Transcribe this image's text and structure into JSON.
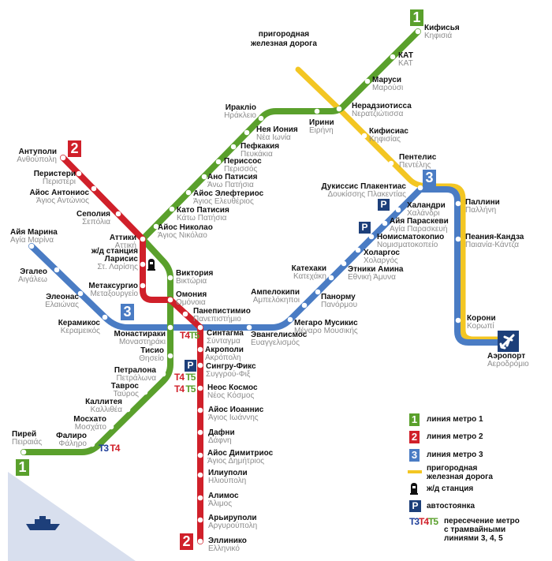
{
  "colors": {
    "line1": "#5aa02c",
    "line2": "#d0202a",
    "line3": "#4a7cc4",
    "suburban": "#f3c623",
    "parking": "#1d3f7a",
    "sea": "#d8dfee"
  },
  "suburban_rail_label": [
    "пригородная",
    "железная дорога"
  ],
  "lines": {
    "green": {
      "badge": "1",
      "stations": [
        {
          "ru": "Кифисья",
          "gr": "Κηφισιά"
        },
        {
          "ru": "КАТ",
          "gr": "ΚΑΤ"
        },
        {
          "ru": "Маруси",
          "gr": "Μαρούσι"
        },
        {
          "ru": "Нерадзиотисса",
          "gr": "Νερατζιώτισσα"
        },
        {
          "ru": "Ирини",
          "gr": "Ειρήνη"
        },
        {
          "ru": "Иракліо",
          "gr": "Ηράκλειο"
        },
        {
          "ru": "Нея Иония",
          "gr": "Νέα Ιωνία"
        },
        {
          "ru": "Пефкакия",
          "gr": "Πευκάκια"
        },
        {
          "ru": "Периссос",
          "gr": "Περισσός"
        },
        {
          "ru": "Ано Патисия",
          "gr": "Άνω Πατήσια"
        },
        {
          "ru": "Айос Элефтериос",
          "gr": "Άγιος Ελευθέριος"
        },
        {
          "ru": "Като Патисия",
          "gr": "Κάτω Πατήσια"
        },
        {
          "ru": "Айос Николао",
          "gr": "Άγιος Νικόλαο"
        },
        {
          "ru": "Аттики",
          "gr": "Αττική"
        },
        {
          "ru": "Виктория",
          "gr": "Βικτώρια"
        },
        {
          "ru": "Омония",
          "gr": "Ομόνοια"
        },
        {
          "ru": "Монастираки",
          "gr": "Μοναστηράκι"
        },
        {
          "ru": "Тисио",
          "gr": "Θησείο"
        },
        {
          "ru": "Петралона",
          "gr": "Πετράλωνα"
        },
        {
          "ru": "Таврос",
          "gr": "Ταύρος"
        },
        {
          "ru": "Каллитея",
          "gr": "Καλλιθέα"
        },
        {
          "ru": "Мосхато",
          "gr": "Μοσχάτο"
        },
        {
          "ru": "Фалиро",
          "gr": "Φάληρο"
        },
        {
          "ru": "Пирей",
          "gr": "Πειραιάς"
        }
      ]
    },
    "red": {
      "badge": "2",
      "stations": [
        {
          "ru": "Антуполи",
          "gr": "Ανθούπολη"
        },
        {
          "ru": "Перистери",
          "gr": "Περιστέρι"
        },
        {
          "ru": "Айос Антониос",
          "gr": "Άγιος Αντώνιος"
        },
        {
          "ru": "Сеполия",
          "gr": "Σεπόλια"
        },
        {
          "pre": "ж/д станция",
          "ru": "Ларисис",
          "gr": "Στ. Λαρίσης"
        },
        {
          "ru": "Метаксургио",
          "gr": "Μεταξουργείο"
        },
        {
          "ru": "Панепистимио",
          "gr": "Πανεπιστήμιο"
        },
        {
          "ru": "Синтагма",
          "gr": "Σύνταγμα"
        },
        {
          "ru": "Акрополи",
          "gr": "Ακρόπολη"
        },
        {
          "ru": "Сингру-Фикс",
          "gr": "Συγγρού-Φιξ"
        },
        {
          "ru": "Неос Космос",
          "gr": "Νέος Κόσμος"
        },
        {
          "ru": "Айос Иоаннис",
          "gr": "Άγιος Ιωάννης"
        },
        {
          "ru": "Дафни",
          "gr": "Δάφνη"
        },
        {
          "ru": "Айос Димитриос",
          "gr": "Άγιος Δημήτριος"
        },
        {
          "ru": "Илиуполи",
          "gr": "Ηλιούπολη"
        },
        {
          "ru": "Алимос",
          "gr": "Άλιμος"
        },
        {
          "ru": "Арьируполи",
          "gr": "Αργυρούπολη"
        },
        {
          "ru": "Эллинико",
          "gr": "Ελληνικό"
        }
      ]
    },
    "blue": {
      "badge": "3",
      "stations": [
        {
          "ru": "Айя Марина",
          "gr": "Αγία Μαρίνα"
        },
        {
          "ru": "Эгалео",
          "gr": "Αιγάλεω"
        },
        {
          "ru": "Элеонас",
          "gr": "Ελαιώνας"
        },
        {
          "ru": "Керамикос",
          "gr": "Κεραμεικός"
        },
        {
          "ru": "Эвангелисмос",
          "gr": "Ευαγγελισμός"
        },
        {
          "ru": "Мегаро Мусикис",
          "gr": "Μέγαρο Μουσικής"
        },
        {
          "ru": "Ампелокипи",
          "gr": "Αμπελόκηποι"
        },
        {
          "ru": "Панорму",
          "gr": "Πανόρμου"
        },
        {
          "ru": "Катехаки",
          "gr": "Κατεχάκη"
        },
        {
          "ru": "Этники Амина",
          "gr": "Εθνική Άμυνα"
        },
        {
          "ru": "Холаргос",
          "gr": "Χολαργός"
        },
        {
          "ru": "Номисматокопио",
          "gr": "Νομισματοκοπείο"
        },
        {
          "ru": "Айя Параскеви",
          "gr": "Αγία Παρασκευή"
        },
        {
          "ru": "Халандри",
          "gr": "Χαλάνδρι"
        },
        {
          "ru": "Дукиссис Плакентиас",
          "gr": "Δουκίσσης Πλακεντίας"
        },
        {
          "ru": "Паллини",
          "gr": "Παλλήνη"
        },
        {
          "ru": "Пеания-Кандза",
          "gr": "Παιανία-Κάντζα"
        },
        {
          "ru": "Корони",
          "gr": "Κορωπί"
        },
        {
          "ru": "Аэропорт",
          "gr": "Αεροδρόμιο"
        }
      ]
    },
    "yellow": {
      "stations": [
        {
          "ru": "Кифисиас",
          "gr": "Κηφισίας"
        },
        {
          "ru": "Пентелис",
          "gr": "Πεντέλης"
        }
      ]
    }
  },
  "parking_label": "P",
  "tram": {
    "t3": "T3",
    "t4": "T4",
    "t5": "T5"
  },
  "legend": {
    "line1": "линия метро 1",
    "line2": "линия метро 2",
    "line3": "линия метро 3",
    "suburban": [
      "пригородная",
      "железная дорога"
    ],
    "rail_station": "ж/д станция",
    "parking": "автостоянка",
    "tram": [
      "пересечение метро",
      "с трамвайными",
      "линиями 3, 4, 5"
    ]
  }
}
